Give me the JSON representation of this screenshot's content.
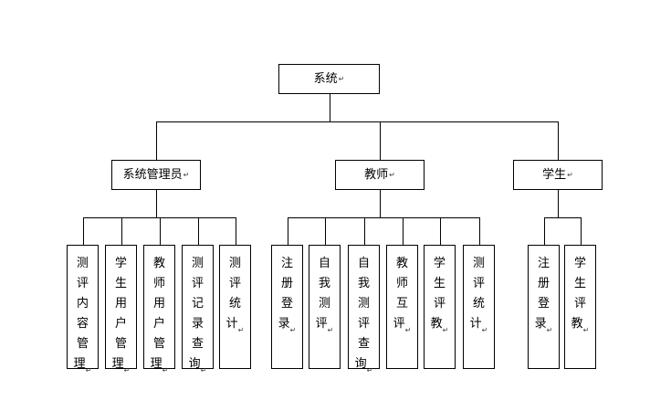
{
  "para_mark": "↵",
  "root": {
    "label": "系统"
  },
  "groups": [
    {
      "label": "系统管理员",
      "children": [
        "测评内容管理",
        "学生用户管理",
        "教师用户管理",
        "测评记录查询",
        "测评统计"
      ]
    },
    {
      "label": "教师",
      "children": [
        "注册登录",
        "自我测评",
        "自我测评查询",
        "教师互评",
        "学生评教",
        "测评统计"
      ]
    },
    {
      "label": "学生",
      "children": [
        "注册登录",
        "学生评教"
      ]
    }
  ]
}
